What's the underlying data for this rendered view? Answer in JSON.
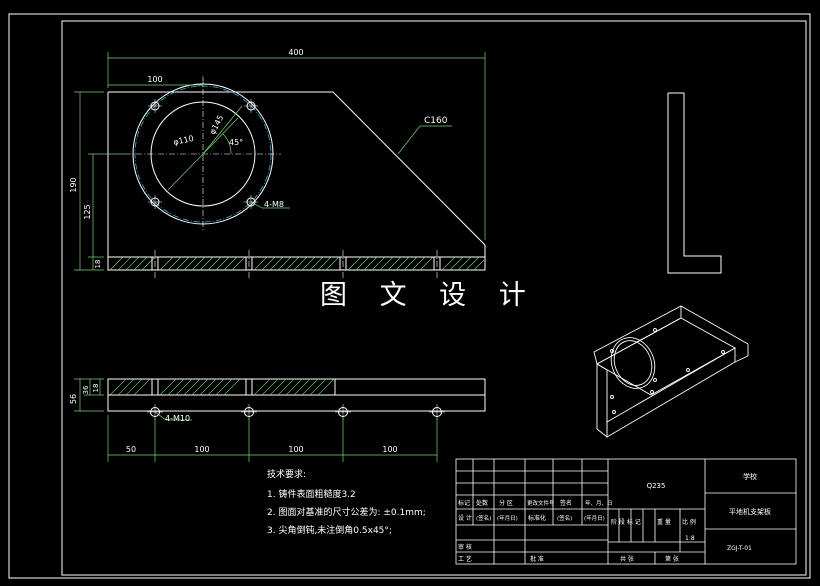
{
  "watermark": "图 文 设 计",
  "dims": {
    "top_width": "400",
    "top_left": "100",
    "chamfer": "C160",
    "height_total": "190",
    "height_hole": "125",
    "base_thick": "18",
    "dia_circle": "φ110",
    "dia_pcd": "φ145",
    "angle": "45°",
    "holes_m8": "4-M8",
    "bot_18": "18",
    "bot_36": "36",
    "bot_56": "56",
    "holes_m10": "4-M10",
    "bot_50": "50",
    "bot_100a": "100",
    "bot_100b": "100",
    "bot_100c": "100"
  },
  "notes": {
    "title": "技术要求:",
    "items": [
      "1. 铸件表面粗糙度3.2",
      "2. 图面对基准的尺寸公差为: ±0.1mm;",
      "3. 尖角倒钝,未注倒角0.5x45°;"
    ]
  },
  "title_block": {
    "material": "Q235",
    "company": "学校",
    "part_name": "平地机支架板",
    "drawing_no": "ZGJ-T-01",
    "scale": "1:8",
    "rev_headers": [
      "标记",
      "处数",
      "分 区",
      "更改文件号",
      "签名",
      "年、月、日"
    ],
    "row2": [
      "设 计",
      "(签名)",
      "(年月日)",
      "标准化",
      "(签名)",
      "(年月日)"
    ],
    "stage_labels": "阶 段 标 记",
    "weight_label": "重 量",
    "scale_label": "比 例",
    "review": "审 核",
    "process": "工 艺",
    "approve": "批 准",
    "sheet_total": "共   张",
    "sheet_no": "第   张"
  }
}
